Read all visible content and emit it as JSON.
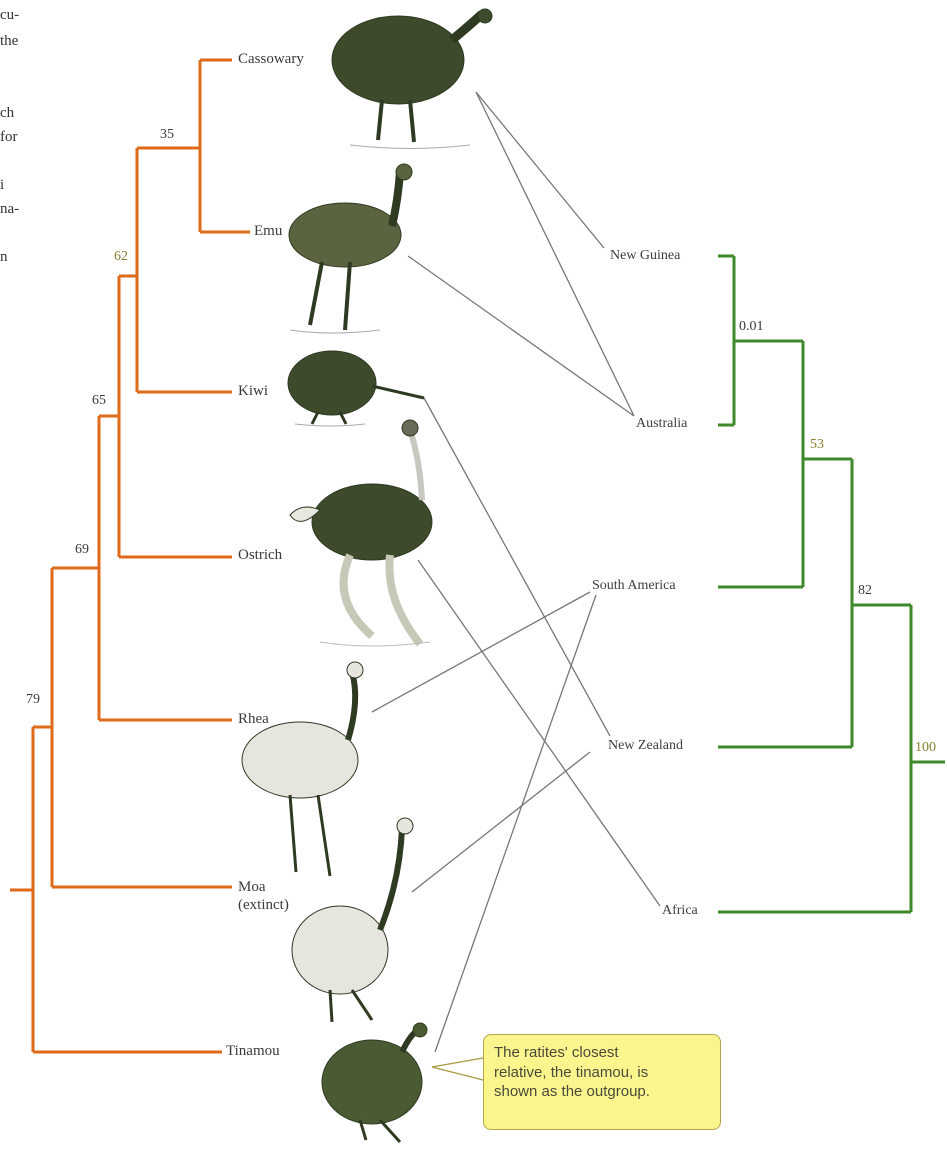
{
  "margin_fragments": [
    "cu-",
    "the",
    "ch",
    "for",
    "i",
    "na-",
    "n"
  ],
  "taxa": {
    "cassowary": "Cassowary",
    "emu": "Emu",
    "kiwi": "Kiwi",
    "ostrich": "Ostrich",
    "rhea": "Rhea",
    "moa_line1": "Moa",
    "moa_line2": "(extinct)",
    "tinamou": "Tinamou"
  },
  "regions": {
    "new_guinea": "New Guinea",
    "australia": "Australia",
    "south_america": "South America",
    "new_zealand": "New Zealand",
    "africa": "Africa"
  },
  "bird_tree_nodes": {
    "n35": "35",
    "n62": "62",
    "n65": "65",
    "n69": "69",
    "n79": "79"
  },
  "area_tree_nodes": {
    "n001": "0.01",
    "n53": "53",
    "n82": "82",
    "n100": "100"
  },
  "callout": {
    "line1": "The ratites' closest",
    "line2": "relative, the tinamou, is",
    "line3": "shown as the outgroup."
  },
  "colors": {
    "bird_tree": "#e06a1b",
    "area_tree": "#3e8a2a",
    "connector": "#777777",
    "callout_fill": "#fbf58e",
    "bird_ink": "#3d4a2c"
  }
}
